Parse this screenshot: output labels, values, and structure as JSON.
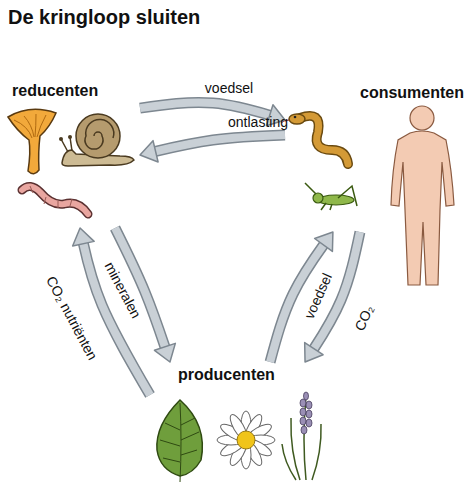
{
  "diagram": {
    "title": "De kringloop sluiten",
    "nodes": [
      {
        "text": [
          "reducenten"
        ]
      },
      {
        "text": [
          "consumenten"
        ]
      },
      {
        "text": [
          "producenten"
        ]
      }
    ],
    "edges": [
      {
        "from": 0,
        "to": 1,
        "label": "voedsel",
        "arrow": "to"
      },
      {
        "from": 1,
        "to": 0,
        "label": "ontlasting",
        "arrow": "to"
      },
      {
        "from": 2,
        "to": 0,
        "label": "CO₂ nutriënten",
        "arrow": "to"
      },
      {
        "from": 0,
        "to": 2,
        "label": "mineralen",
        "arrow": "to"
      },
      {
        "from": 2,
        "to": 1,
        "label": "voedsel",
        "arrow": "to"
      },
      {
        "from": 1,
        "to": 2,
        "label": "CO₂",
        "arrow": "to"
      }
    ]
  }
}
